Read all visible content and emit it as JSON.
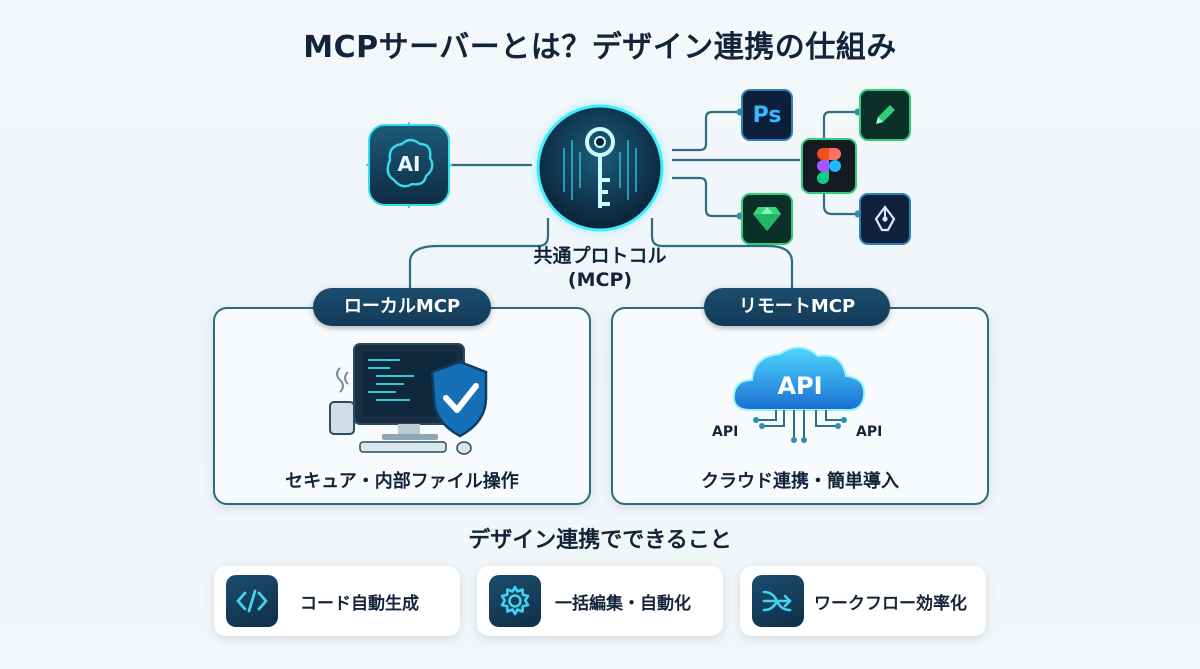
{
  "title": "MCPサーバーとは？デザイン連携の仕組み",
  "center": {
    "label_line1": "共通プロトコル",
    "label_line2": "(MCP)",
    "icon": "key-icon"
  },
  "ai_badge": {
    "text": "AI",
    "icon": "brain-chip-icon"
  },
  "apps": [
    {
      "name": "photoshop",
      "text": "Ps",
      "icon": "photoshop-icon"
    },
    {
      "name": "pencil",
      "text": "",
      "icon": "pencil-icon"
    },
    {
      "name": "figma",
      "text": "",
      "icon": "figma-icon"
    },
    {
      "name": "sketch",
      "text": "",
      "icon": "gem-icon"
    },
    {
      "name": "pen-tool",
      "text": "",
      "icon": "pen-nib-icon"
    }
  ],
  "local": {
    "pill": "ローカルMCP",
    "caption": "セキュア・内部ファイル操作",
    "icon": "computer-shield-icon"
  },
  "remote": {
    "pill": "リモートMCP",
    "caption": "クラウド連携・簡単導入",
    "cloud_text": "API",
    "api_left": "API",
    "api_right": "API",
    "icon": "cloud-api-icon"
  },
  "section_title": "デザイン連携でできること",
  "features": [
    {
      "label": "コード自動生成",
      "icon": "code-icon"
    },
    {
      "label": "一括編集・自動化",
      "icon": "gear-icon"
    },
    {
      "label": "ワークフロー効率化",
      "icon": "workflow-arrows-icon"
    }
  ],
  "colors": {
    "navy": "#13243a",
    "teal_glow": "#2fe0f0",
    "panel_border": "#2c6b7d",
    "pill_bg": "#1c4d6e",
    "green_accent": "#2ecf7a"
  }
}
